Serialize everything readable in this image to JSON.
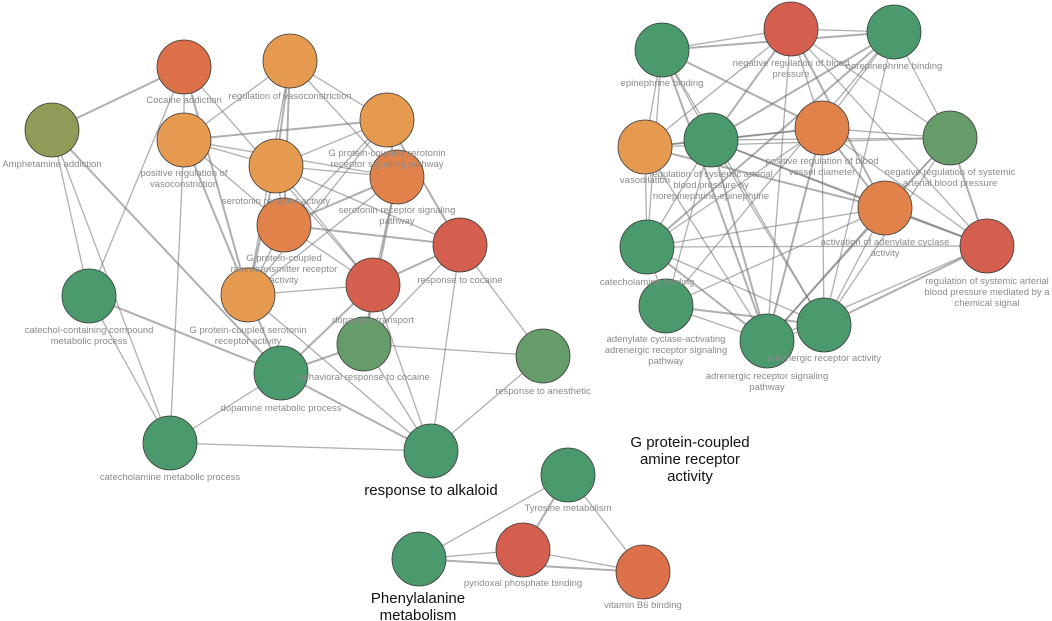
{
  "colors": {
    "green": "#4a9a6e",
    "sage": "#669c6a",
    "olive": "#929a58",
    "orange_light": "#e69a50",
    "orange": "#e0824a",
    "orange_red": "#dc7048",
    "red": "#d45f4e"
  },
  "nodes": [
    {
      "id": "amphetamine",
      "label": [
        "Amphetamine addiction"
      ],
      "color": "olive"
    },
    {
      "id": "cocaine_addiction",
      "label": [
        "Cocaine addiction"
      ],
      "color": "orange_red"
    },
    {
      "id": "reg_vasoconstriction",
      "label": [
        "regulation of vasoconstriction"
      ],
      "color": "orange_light"
    },
    {
      "id": "pos_reg_vasoconstriction",
      "label": [
        "positive regulation of",
        "vasoconstriction"
      ],
      "color": "orange_light"
    },
    {
      "id": "gpc_serotonin_pathway",
      "label": [
        "G protein-coupled serotonin",
        "receptor signaling pathway"
      ],
      "color": "orange_light"
    },
    {
      "id": "serotonin_receptor_activity",
      "label": [
        "serotonin receptor activity"
      ],
      "color": "orange_light"
    },
    {
      "id": "serotonin_signaling_pathway",
      "label": [
        "serotonin receptor signaling",
        "pathway"
      ],
      "color": "orange"
    },
    {
      "id": "gpc_neurotransmitter",
      "label": [
        "G protein-coupled",
        "neurotransmitter receptor",
        "activity"
      ],
      "color": "orange"
    },
    {
      "id": "response_cocaine",
      "label": [
        "response to cocaine"
      ],
      "color": "red"
    },
    {
      "id": "dopamine_transport",
      "label": [
        "dopamine transport"
      ],
      "color": "red"
    },
    {
      "id": "gpc_serotonin_activity",
      "label": [
        "G protein-coupled serotonin",
        "receptor activity"
      ],
      "color": "orange_light"
    },
    {
      "id": "catechol_metabolic",
      "label": [
        "catechol-containing compound",
        "metabolic process"
      ],
      "color": "green"
    },
    {
      "id": "behavioral_cocaine",
      "label": [
        "behavioral response to cocaine"
      ],
      "color": "sage"
    },
    {
      "id": "response_anesthetic",
      "label": [
        "response to anesthetic"
      ],
      "color": "sage"
    },
    {
      "id": "dopamine_metabolic",
      "label": [
        "dopamine metabolic process"
      ],
      "color": "green"
    },
    {
      "id": "catecholamine_metabolic",
      "label": [
        "catecholamine metabolic process"
      ],
      "color": "green"
    },
    {
      "id": "response_alkaloid",
      "label": [],
      "color": "green"
    },
    {
      "id": "epinephrine_binding",
      "label": [
        "epinephrine binding"
      ],
      "color": "green"
    },
    {
      "id": "neg_reg_blood_pressure",
      "label": [
        "negative regulation of blood",
        "pressure"
      ],
      "color": "red"
    },
    {
      "id": "norepinephrine_binding",
      "label": [
        "norepinephrine binding"
      ],
      "color": "green"
    },
    {
      "id": "vasodilation",
      "label": [
        "vasodilation"
      ],
      "color": "orange_light"
    },
    {
      "id": "reg_systemic_bp_norepi",
      "label": [
        "regulation of systemic arterial",
        "blood pressure by",
        "norepinephrine-epinephrine"
      ],
      "color": "green"
    },
    {
      "id": "pos_reg_vessel_diameter",
      "label": [
        "positive regulation of blood",
        "vessel diameter"
      ],
      "color": "orange"
    },
    {
      "id": "neg_reg_systemic_bp",
      "label": [
        "negative regulation of systemic",
        "arterial blood pressure"
      ],
      "color": "sage"
    },
    {
      "id": "adenylate_cyclase_activation",
      "label": [
        "activation of adenylate cyclase",
        "activity"
      ],
      "color": "orange"
    },
    {
      "id": "reg_systemic_bp_chemical",
      "label": [
        "regulation of systemic arterial",
        "blood pressure mediated by a",
        "chemical signal"
      ],
      "color": "red"
    },
    {
      "id": "catecholamine_binding",
      "label": [
        "catecholamine binding"
      ],
      "color": "green"
    },
    {
      "id": "adenylate_cyclase_adrenergic",
      "label": [
        "adenylate cyclase-activating",
        "adrenergic receptor signaling",
        "pathway"
      ],
      "color": "green"
    },
    {
      "id": "adrenergic_pathway",
      "label": [
        "adrenergic receptor signaling",
        "pathway"
      ],
      "color": "green"
    },
    {
      "id": "adrenergic_activity",
      "label": [
        "adrenergic receptor activity"
      ],
      "color": "green"
    },
    {
      "id": "tyrosine_metabolism",
      "label": [
        "Tyrosine metabolism"
      ],
      "color": "green"
    },
    {
      "id": "phenylalanine_metabolism",
      "label": [],
      "color": "green"
    },
    {
      "id": "pyridoxal_phosphate",
      "label": [
        "pyridoxal phosphate binding"
      ],
      "color": "red"
    },
    {
      "id": "vitamin_b6",
      "label": [
        "vitamin B6 binding"
      ],
      "color": "orange_red"
    }
  ],
  "edges": [
    [
      "amphetamine",
      "cocaine_addiction"
    ],
    [
      "amphetamine",
      "catechol_metabolic"
    ],
    [
      "amphetamine",
      "catecholamine_metabolic"
    ],
    [
      "amphetamine",
      "dopamine_metabolic"
    ],
    [
      "cocaine_addiction",
      "pos_reg_vasoconstriction"
    ],
    [
      "cocaine_addiction",
      "catechol_metabolic"
    ],
    [
      "cocaine_addiction",
      "gpc_serotonin_activity"
    ],
    [
      "cocaine_addiction",
      "dopamine_transport"
    ],
    [
      "reg_vasoconstriction",
      "pos_reg_vasoconstriction"
    ],
    [
      "reg_vasoconstriction",
      "serotonin_receptor_activity"
    ],
    [
      "reg_vasoconstriction",
      "gpc_serotonin_pathway"
    ],
    [
      "reg_vasoconstriction",
      "serotonin_signaling_pathway"
    ],
    [
      "reg_vasoconstriction",
      "gpc_neurotransmitter"
    ],
    [
      "reg_vasoconstriction",
      "gpc_serotonin_activity"
    ],
    [
      "pos_reg_vasoconstriction",
      "serotonin_receptor_activity"
    ],
    [
      "pos_reg_vasoconstriction",
      "gpc_serotonin_pathway"
    ],
    [
      "pos_reg_vasoconstriction",
      "serotonin_signaling_pathway"
    ],
    [
      "pos_reg_vasoconstriction",
      "gpc_neurotransmitter"
    ],
    [
      "pos_reg_vasoconstriction",
      "gpc_serotonin_activity"
    ],
    [
      "pos_reg_vasoconstriction",
      "catecholamine_metabolic"
    ],
    [
      "gpc_serotonin_pathway",
      "serotonin_receptor_activity"
    ],
    [
      "gpc_serotonin_pathway",
      "serotonin_signaling_pathway"
    ],
    [
      "gpc_serotonin_pathway",
      "gpc_neurotransmitter"
    ],
    [
      "gpc_serotonin_pathway",
      "gpc_serotonin_activity"
    ],
    [
      "gpc_serotonin_pathway",
      "response_cocaine"
    ],
    [
      "serotonin_receptor_activity",
      "serotonin_signaling_pathway"
    ],
    [
      "serotonin_receptor_activity",
      "gpc_neurotransmitter"
    ],
    [
      "serotonin_receptor_activity",
      "gpc_serotonin_activity"
    ],
    [
      "serotonin_receptor_activity",
      "response_cocaine"
    ],
    [
      "serotonin_receptor_activity",
      "dopamine_transport"
    ],
    [
      "serotonin_signaling_pathway",
      "gpc_neurotransmitter"
    ],
    [
      "serotonin_signaling_pathway",
      "gpc_serotonin_activity"
    ],
    [
      "serotonin_signaling_pathway",
      "dopamine_transport"
    ],
    [
      "serotonin_signaling_pathway",
      "behavioral_cocaine"
    ],
    [
      "gpc_neurotransmitter",
      "gpc_serotonin_activity"
    ],
    [
      "gpc_neurotransmitter",
      "dopamine_transport"
    ],
    [
      "response_cocaine",
      "dopamine_transport"
    ],
    [
      "response_cocaine",
      "behavioral_cocaine"
    ],
    [
      "response_cocaine",
      "response_anesthetic"
    ],
    [
      "response_cocaine",
      "gpc_neurotransmitter"
    ],
    [
      "response_cocaine",
      "response_alkaloid"
    ],
    [
      "dopamine_transport",
      "behavioral_cocaine"
    ],
    [
      "dopamine_transport",
      "dopamine_metabolic"
    ],
    [
      "dopamine_transport",
      "gpc_serotonin_activity"
    ],
    [
      "dopamine_transport",
      "response_alkaloid"
    ],
    [
      "gpc_serotonin_activity",
      "dopamine_metabolic"
    ],
    [
      "gpc_serotonin_activity",
      "response_alkaloid"
    ],
    [
      "catechol_metabolic",
      "catecholamine_metabolic"
    ],
    [
      "catechol_metabolic",
      "dopamine_metabolic"
    ],
    [
      "behavioral_cocaine",
      "response_anesthetic"
    ],
    [
      "behavioral_cocaine",
      "response_alkaloid"
    ],
    [
      "behavioral_cocaine",
      "dopamine_metabolic"
    ],
    [
      "response_anesthetic",
      "response_alkaloid"
    ],
    [
      "dopamine_metabolic",
      "catecholamine_metabolic"
    ],
    [
      "dopamine_metabolic",
      "response_alkaloid"
    ],
    [
      "catecholamine_metabolic",
      "response_alkaloid"
    ],
    [
      "epinephrine_binding",
      "neg_reg_blood_pressure"
    ],
    [
      "epinephrine_binding",
      "norepinephrine_binding"
    ],
    [
      "epinephrine_binding",
      "vasodilation"
    ],
    [
      "epinephrine_binding",
      "reg_systemic_bp_norepi"
    ],
    [
      "epinephrine_binding",
      "pos_reg_vessel_diameter"
    ],
    [
      "epinephrine_binding",
      "catecholamine_binding"
    ],
    [
      "epinephrine_binding",
      "adrenergic_activity"
    ],
    [
      "epinephrine_binding",
      "adrenergic_pathway"
    ],
    [
      "neg_reg_blood_pressure",
      "norepinephrine_binding"
    ],
    [
      "neg_reg_blood_pressure",
      "vasodilation"
    ],
    [
      "neg_reg_blood_pressure",
      "reg_systemic_bp_norepi"
    ],
    [
      "neg_reg_blood_pressure",
      "pos_reg_vessel_diameter"
    ],
    [
      "neg_reg_blood_pressure",
      "neg_reg_systemic_bp"
    ],
    [
      "neg_reg_blood_pressure",
      "adenylate_cyclase_activation"
    ],
    [
      "neg_reg_blood_pressure",
      "reg_systemic_bp_chemical"
    ],
    [
      "neg_reg_blood_pressure",
      "adrenergic_pathway"
    ],
    [
      "norepinephrine_binding",
      "reg_systemic_bp_norepi"
    ],
    [
      "norepinephrine_binding",
      "pos_reg_vessel_diameter"
    ],
    [
      "norepinephrine_binding",
      "neg_reg_systemic_bp"
    ],
    [
      "norepinephrine_binding",
      "catecholamine_binding"
    ],
    [
      "norepinephrine_binding",
      "adrenergic_activity"
    ],
    [
      "norepinephrine_binding",
      "adenylate_cyclase_adrenergic"
    ],
    [
      "vasodilation",
      "reg_systemic_bp_norepi"
    ],
    [
      "vasodilation",
      "pos_reg_vessel_diameter"
    ],
    [
      "vasodilation",
      "neg_reg_systemic_bp"
    ],
    [
      "vasodilation",
      "adenylate_cyclase_activation"
    ],
    [
      "vasodilation",
      "catecholamine_binding"
    ],
    [
      "vasodilation",
      "adrenergic_pathway"
    ],
    [
      "reg_systemic_bp_norepi",
      "pos_reg_vessel_diameter"
    ],
    [
      "reg_systemic_bp_norepi",
      "neg_reg_systemic_bp"
    ],
    [
      "reg_systemic_bp_norepi",
      "adenylate_cyclase_activation"
    ],
    [
      "reg_systemic_bp_norepi",
      "reg_systemic_bp_chemical"
    ],
    [
      "reg_systemic_bp_norepi",
      "catecholamine_binding"
    ],
    [
      "reg_systemic_bp_norepi",
      "adenylate_cyclase_adrenergic"
    ],
    [
      "reg_systemic_bp_norepi",
      "adrenergic_pathway"
    ],
    [
      "reg_systemic_bp_norepi",
      "adrenergic_activity"
    ],
    [
      "pos_reg_vessel_diameter",
      "neg_reg_systemic_bp"
    ],
    [
      "pos_reg_vessel_diameter",
      "adenylate_cyclase_activation"
    ],
    [
      "pos_reg_vessel_diameter",
      "reg_systemic_bp_chemical"
    ],
    [
      "pos_reg_vessel_diameter",
      "catecholamine_binding"
    ],
    [
      "pos_reg_vessel_diameter",
      "adrenergic_pathway"
    ],
    [
      "pos_reg_vessel_diameter",
      "adrenergic_activity"
    ],
    [
      "neg_reg_systemic_bp",
      "adenylate_cyclase_activation"
    ],
    [
      "neg_reg_systemic_bp",
      "reg_systemic_bp_chemical"
    ],
    [
      "neg_reg_systemic_bp",
      "adrenergic_pathway"
    ],
    [
      "neg_reg_systemic_bp",
      "adrenergic_activity"
    ],
    [
      "adenylate_cyclase_activation",
      "reg_systemic_bp_chemical"
    ],
    [
      "adenylate_cyclase_activation",
      "catecholamine_binding"
    ],
    [
      "adenylate_cyclase_activation",
      "adenylate_cyclase_adrenergic"
    ],
    [
      "adenylate_cyclase_activation",
      "adrenergic_pathway"
    ],
    [
      "adenylate_cyclase_activation",
      "adrenergic_activity"
    ],
    [
      "reg_systemic_bp_chemical",
      "adrenergic_pathway"
    ],
    [
      "reg_systemic_bp_chemical",
      "adrenergic_activity"
    ],
    [
      "reg_systemic_bp_chemical",
      "catecholamine_binding"
    ],
    [
      "catecholamine_binding",
      "adenylate_cyclase_adrenergic"
    ],
    [
      "catecholamine_binding",
      "adrenergic_pathway"
    ],
    [
      "catecholamine_binding",
      "adrenergic_activity"
    ],
    [
      "adenylate_cyclase_adrenergic",
      "adrenergic_pathway"
    ],
    [
      "adenylate_cyclase_adrenergic",
      "adrenergic_activity"
    ],
    [
      "adrenergic_pathway",
      "adrenergic_activity"
    ],
    [
      "tyrosine_metabolism",
      "phenylalanine_metabolism"
    ],
    [
      "tyrosine_metabolism",
      "pyridoxal_phosphate"
    ],
    [
      "tyrosine_metabolism",
      "vitamin_b6"
    ],
    [
      "phenylalanine_metabolism",
      "pyridoxal_phosphate"
    ],
    [
      "phenylalanine_metabolism",
      "vitamin_b6"
    ],
    [
      "pyridoxal_phosphate",
      "vitamin_b6"
    ]
  ],
  "group_labels": [
    {
      "id": "group_alkaloid",
      "lines": [
        "response to alkaloid"
      ]
    },
    {
      "id": "group_gpc_amine",
      "lines": [
        "G protein-coupled",
        "amine receptor",
        "activity"
      ]
    },
    {
      "id": "group_phenylalanine",
      "lines": [
        "Phenylalanine",
        "metabolism"
      ]
    }
  ]
}
